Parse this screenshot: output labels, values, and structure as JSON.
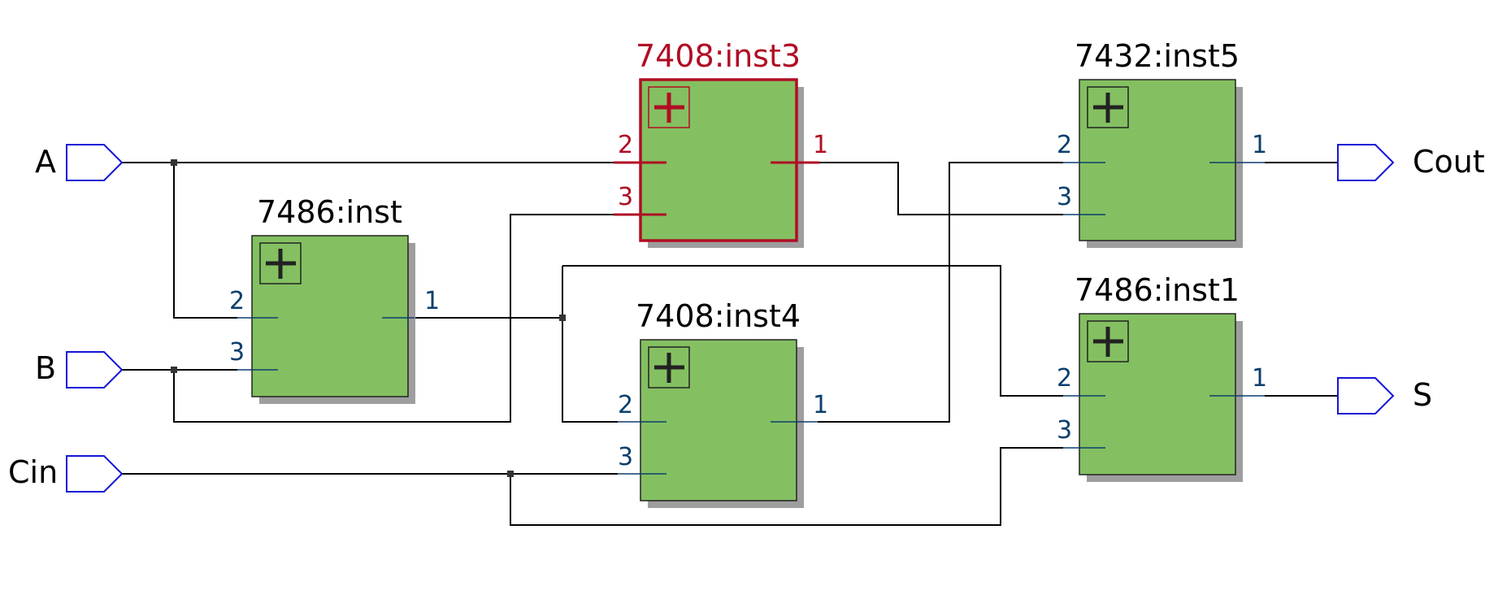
{
  "schematic": {
    "ports": {
      "inputs": [
        {
          "id": "A",
          "label": "A"
        },
        {
          "id": "B",
          "label": "B"
        },
        {
          "id": "Cin",
          "label": "Cin"
        }
      ],
      "outputs": [
        {
          "id": "Cout",
          "label": "Cout"
        },
        {
          "id": "S",
          "label": "S"
        }
      ]
    },
    "blocks": [
      {
        "id": "inst",
        "title": "7486:inst",
        "selected": false,
        "pins": {
          "in1": "2",
          "in2": "3",
          "out": "1"
        }
      },
      {
        "id": "inst3",
        "title": "7408:inst3",
        "selected": true,
        "pins": {
          "in1": "2",
          "in2": "3",
          "out": "1"
        }
      },
      {
        "id": "inst4",
        "title": "7408:inst4",
        "selected": false,
        "pins": {
          "in1": "2",
          "in2": "3",
          "out": "1"
        }
      },
      {
        "id": "inst5",
        "title": "7432:inst5",
        "selected": false,
        "pins": {
          "in1": "2",
          "in2": "3",
          "out": "1"
        }
      },
      {
        "id": "inst1",
        "title": "7486:inst1",
        "selected": false,
        "pins": {
          "in1": "2",
          "in2": "3",
          "out": "1"
        }
      }
    ],
    "colors": {
      "block_fill": "#84c061",
      "selected": "#b00d24",
      "pin": "#0b3f6e",
      "io_port": "#1515d6",
      "wire": "#000000"
    },
    "icons": {
      "expand": "plus-in-box-icon",
      "input_port": "pentagon-arrow-icon",
      "output_port": "pentagon-arrow-icon"
    }
  }
}
